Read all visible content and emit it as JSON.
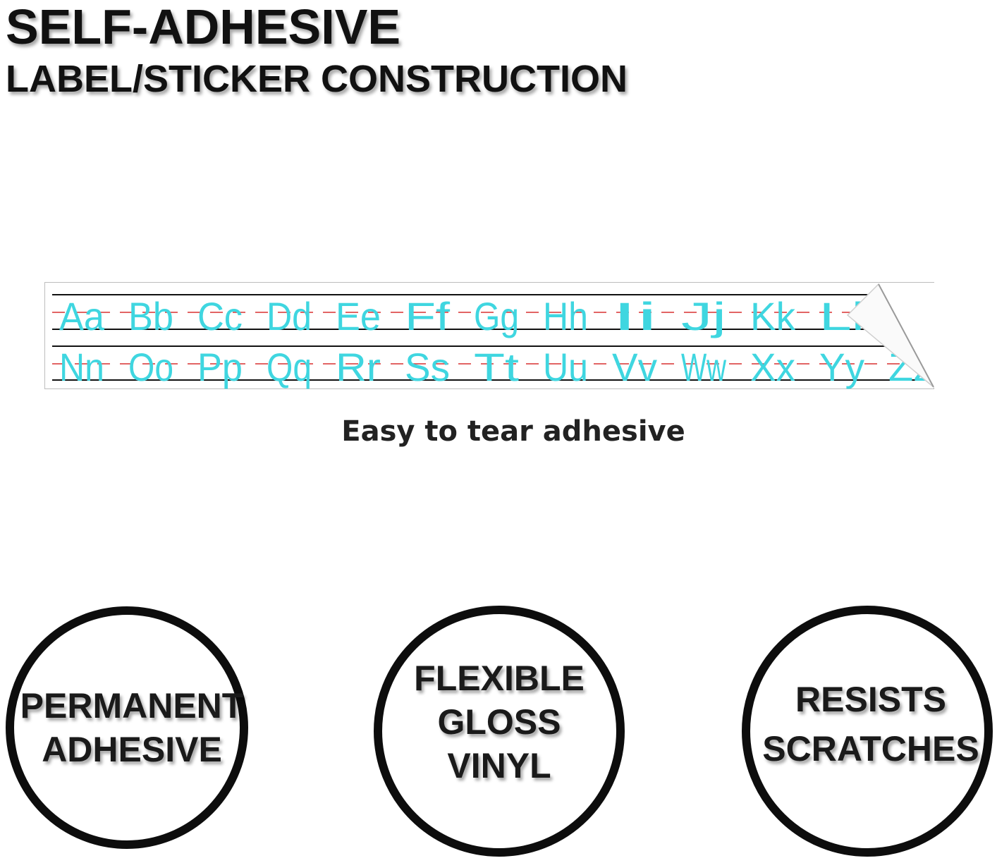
{
  "header": {
    "title": "SELF-ADHESIVE",
    "subtitle": "LABEL/STICKER CONSTRUCTION"
  },
  "strip": {
    "row1": [
      "Aa",
      "Bb",
      "Cc",
      "Dd",
      "Ee",
      "Ff",
      "Gg",
      "Hh",
      "Ii",
      "Jj",
      "Kk",
      "Ll"
    ],
    "row2": [
      "Nn",
      "Oo",
      "Pp",
      "Qq",
      "Rr",
      "Ss",
      "Tt",
      "Uu",
      "Vv",
      "Ww",
      "Xx",
      "Yy",
      "Zz"
    ],
    "letter_color": "#3fd6e0",
    "guide_color": "#d93030",
    "rule_color": "#111111"
  },
  "caption": "Easy to tear adhesive",
  "badges": [
    {
      "line1": "PERMANENT",
      "line2": "ADHESIVE"
    },
    {
      "line1": "FLEXIBLE",
      "line2": "GLOSS",
      "line3": "VINYL"
    },
    {
      "line1": "RESISTS",
      "line2": "SCRATCHES"
    }
  ]
}
